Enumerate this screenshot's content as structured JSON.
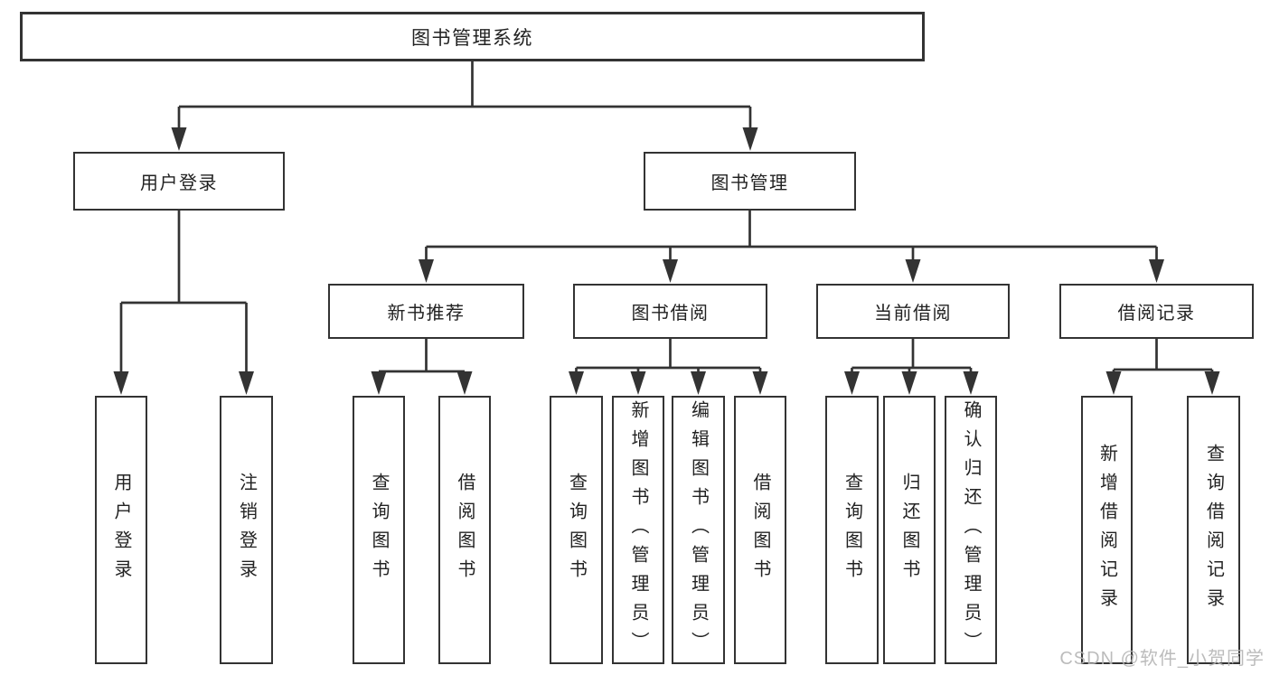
{
  "diagram": {
    "title": "图书管理系统",
    "tree": {
      "root": {
        "label": "图书管理系统"
      },
      "branches": [
        {
          "label": "用户登录",
          "children": [
            {
              "label": "用户登录"
            },
            {
              "label": "注销登录"
            }
          ]
        },
        {
          "label": "图书管理",
          "children": [
            {
              "label": "新书推荐",
              "children": [
                {
                  "label": "查询图书"
                },
                {
                  "label": "借阅图书"
                }
              ]
            },
            {
              "label": "图书借阅",
              "children": [
                {
                  "label": "查询图书"
                },
                {
                  "label": "新增图书（管理员）"
                },
                {
                  "label": "编辑图书（管理员）"
                },
                {
                  "label": "借阅图书"
                }
              ]
            },
            {
              "label": "当前借阅",
              "children": [
                {
                  "label": "查询图书"
                },
                {
                  "label": "归还图书"
                },
                {
                  "label": "确认归还（管理员）"
                }
              ]
            },
            {
              "label": "借阅记录",
              "children": [
                {
                  "label": "新增借阅记录"
                },
                {
                  "label": "查询借阅记录"
                }
              ]
            }
          ]
        }
      ]
    },
    "colors": {
      "line": "#333333",
      "text": "#222222",
      "box_background": "#ffffff",
      "watermark": "#b5b5b5"
    }
  },
  "watermark": {
    "text": "CSDN @软件_小贺同学"
  }
}
